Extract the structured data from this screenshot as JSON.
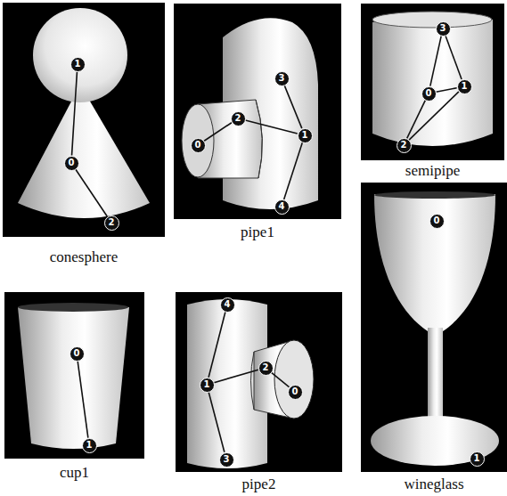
{
  "diagram": {
    "nodes": [
      {
        "text": [
          "conesphere"
        ]
      },
      {
        "text": [
          "1"
        ],
        "in": 0
      },
      {
        "text": [
          "0"
        ],
        "in": 0
      },
      {
        "text": [
          "2"
        ],
        "in": 0
      },
      {
        "text": [
          "pipe1"
        ]
      },
      {
        "text": [
          "3"
        ],
        "in": 4
      },
      {
        "text": [
          "2"
        ],
        "in": 4
      },
      {
        "text": [
          "0"
        ],
        "in": 4
      },
      {
        "text": [
          "1"
        ],
        "in": 4
      },
      {
        "text": [
          "4"
        ],
        "in": 4
      },
      {
        "text": [
          "semipipe"
        ]
      },
      {
        "text": [
          "3"
        ],
        "in": 10
      },
      {
        "text": [
          "0"
        ],
        "in": 10
      },
      {
        "text": [
          "1"
        ],
        "in": 10
      },
      {
        "text": [
          "2"
        ],
        "in": 10
      },
      {
        "text": [
          "wineglass"
        ]
      },
      {
        "text": [
          "0"
        ],
        "in": 15
      },
      {
        "text": [
          "1"
        ],
        "in": 15
      },
      {
        "text": [
          "cup1"
        ]
      },
      {
        "text": [
          "0"
        ],
        "in": 18
      },
      {
        "text": [
          "1"
        ],
        "in": 18
      },
      {
        "text": [
          "pipe2"
        ]
      },
      {
        "text": [
          "4"
        ],
        "in": 21
      },
      {
        "text": [
          "1"
        ],
        "in": 21
      },
      {
        "text": [
          "2"
        ],
        "in": 21
      },
      {
        "text": [
          "0"
        ],
        "in": 21
      },
      {
        "text": [
          "3"
        ],
        "in": 21
      }
    ],
    "edges": [
      {
        "from": 1,
        "to": 2,
        "arrow": "none"
      },
      {
        "from": 2,
        "to": 3,
        "arrow": "none"
      },
      {
        "from": 7,
        "to": 6,
        "arrow": "none"
      },
      {
        "from": 6,
        "to": 8,
        "arrow": "none"
      },
      {
        "from": 5,
        "to": 8,
        "arrow": "none"
      },
      {
        "from": 8,
        "to": 9,
        "arrow": "none"
      },
      {
        "from": 11,
        "to": 12,
        "arrow": "none"
      },
      {
        "from": 11,
        "to": 13,
        "arrow": "none"
      },
      {
        "from": 12,
        "to": 13,
        "arrow": "none"
      },
      {
        "from": 12,
        "to": 14,
        "arrow": "none"
      },
      {
        "from": 14,
        "to": 13,
        "arrow": "none"
      },
      {
        "from": 19,
        "to": 20,
        "arrow": "none"
      },
      {
        "from": 22,
        "to": 23,
        "arrow": "none"
      },
      {
        "from": 23,
        "to": 24,
        "arrow": "none"
      },
      {
        "from": 24,
        "to": 25,
        "arrow": "none"
      },
      {
        "from": 23,
        "to": 26,
        "arrow": "none"
      }
    ]
  }
}
